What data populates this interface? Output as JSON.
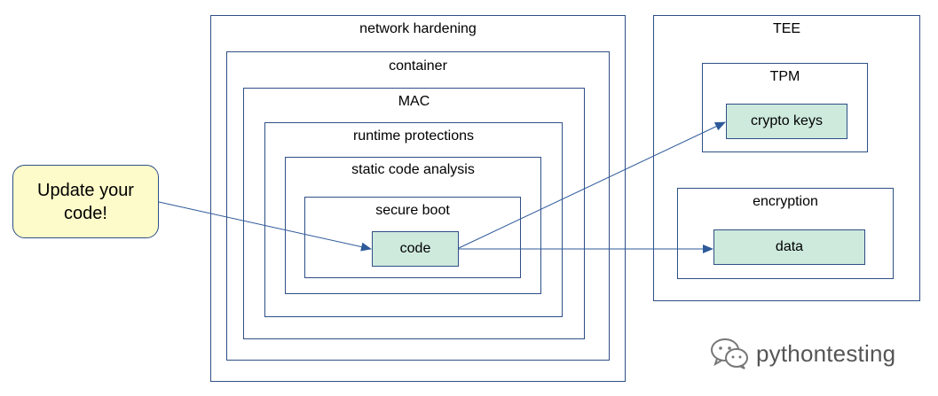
{
  "note": {
    "text_line1": "Update your",
    "text_line2": "code!"
  },
  "left_stack": {
    "network_hardening": "network hardening",
    "container": "container",
    "mac": "MAC",
    "runtime_protections": "runtime protections",
    "static_code_analysis": "static code analysis",
    "secure_boot": "secure boot",
    "code": "code"
  },
  "tee": {
    "title": "TEE",
    "tpm": {
      "title": "TPM",
      "crypto_keys": "crypto keys"
    },
    "encryption": {
      "title": "encryption",
      "data": "data"
    }
  },
  "watermark": {
    "text": "pythontesting",
    "icon": "wechat-icon"
  },
  "colors": {
    "border": "#2e4f86",
    "fill_green": "#cdeadd",
    "note_fill": "#fdfbc9",
    "arrow": "#2e5a9a"
  }
}
